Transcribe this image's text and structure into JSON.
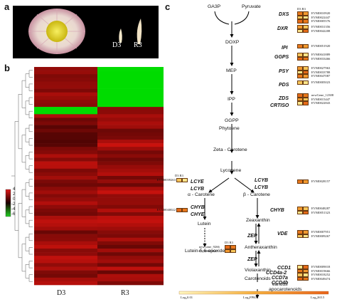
{
  "panels": {
    "a": "a",
    "b": "b",
    "c": "c"
  },
  "photo": {
    "label_d3": "D3",
    "label_r3": "R3"
  },
  "heatmap": {
    "xlabels": [
      "D3",
      "R3"
    ],
    "legend_ticks": [
      "4",
      "2",
      "0",
      "-2",
      "-4",
      "-6"
    ],
    "colors": {
      "high": "#d62020",
      "mid": "#1a0000",
      "low": "#22cc22"
    }
  },
  "pathway": {
    "nodes": {
      "ga3p": "GA3P",
      "pyruvate": "Pyruvate",
      "doxp": "DOXP",
      "mep": "MEP",
      "ipp": "IPP",
      "ggpp": "GGPP",
      "phytoene": "Phytoene",
      "zeta": "Zeta - Carotene",
      "lycopene": "Lycopene",
      "alpha": "α - Carotene",
      "beta": "β - Carotene",
      "lutein": "Lutein",
      "zeaxanthin": "Zeaxanthin",
      "lutein_epox": "Lutein-5,6-epoxide",
      "anthera": "Antheraxanthin",
      "viola": "Violaxanthin",
      "carotenoids": "Carotenoids",
      "various": "Various",
      "apocar": "apocarotenoids"
    },
    "enzymes": {
      "dxs": "DXS",
      "dxr": "DXR",
      "ipi": "IPI",
      "ggps": "GGPS",
      "psy": "PSY",
      "pds": "PDS",
      "zds": "ZDS",
      "crtiso": "CRTISO",
      "lcye": "LCYE",
      "lcyb_left": "LCYB",
      "lcyb_r1": "LCYB",
      "lcyb_r2": "LCYB",
      "chyb_left": "CHYB",
      "chye": "CHYE",
      "chyb_right": "CHYB",
      "vde": "VDE",
      "zep1": "ZEP",
      "zep2": "ZEP",
      "ccd1": "CCD1",
      "ccd4a2": "CCD4a-2",
      "ccd7a": "CCD7a",
      "ccd4b": "CCD4b"
    },
    "dr_labels": {
      "top": "D3 R3",
      "left": "D3 R3",
      "zep": "D3 R3"
    },
    "gene_ids": {
      "dxs": [
        "EVM0010920",
        "EVM0022447",
        "EVM0005576"
      ],
      "dxr": [
        "EVM0031356",
        "EVM0042208"
      ],
      "ipi": [
        "EVM0051920"
      ],
      "ggps": [
        "EVM0041889",
        "EVM0033466"
      ],
      "psy": [
        "EVM0027963",
        "EVM0033788",
        "EVM0047087"
      ],
      "pds": [
        "EVM0005023"
      ],
      "zds": [
        "newGene_12308",
        "EVM0015447",
        "EVM0022843"
      ],
      "lcyb_r": [
        "EVM0028157"
      ],
      "lcye": [
        "EVM0039263"
      ],
      "chye": [
        "EVM0040022"
      ],
      "chyb_r": [
        "EVM0048287",
        "EVM0051323"
      ],
      "vde": [
        "EVM0007951",
        "EVM0009267"
      ],
      "zep": [
        "newGene_9266",
        "EVM0021607"
      ],
      "ccd": [
        "EVM0009018",
        "EVM0019666",
        "EVM0018252",
        "EVM0049474"
      ]
    },
    "scale": {
      "left": "Log₂0.01",
      "mid": "Log₂FPKM",
      "right": "Log₂265.5"
    }
  }
}
